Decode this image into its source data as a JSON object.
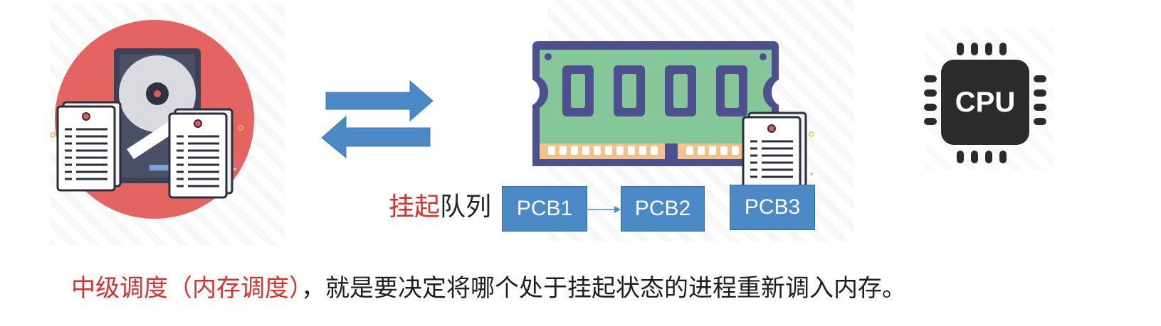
{
  "diagram": {
    "queue_label": {
      "highlight": "挂起",
      "rest": "队列"
    },
    "pcbs": [
      {
        "id": "pcb1",
        "label": "PCB1"
      },
      {
        "id": "pcb2",
        "label": "PCB2"
      },
      {
        "id": "pcb3",
        "label": "PCB3"
      }
    ],
    "cpu_label": "CPU"
  },
  "caption": {
    "highlight": "中级调度（内存调度）",
    "rest": "，就是要决定将哪个处于挂起状态的进程重新调入内存。"
  },
  "colors": {
    "accent_red": "#d8322c",
    "pcb_blue": "#4b8ac7",
    "arrow_blue": "#4b8ac7",
    "disk_circle": "#e46461",
    "ram_green": "#86c79a",
    "ram_frame": "#4d4f8e",
    "cpu_dark": "#2b2b2b"
  },
  "icons": [
    "hard-disk-icon",
    "document-icon",
    "exchange-arrows-icon",
    "memory-ram-icon",
    "cpu-icon"
  ]
}
